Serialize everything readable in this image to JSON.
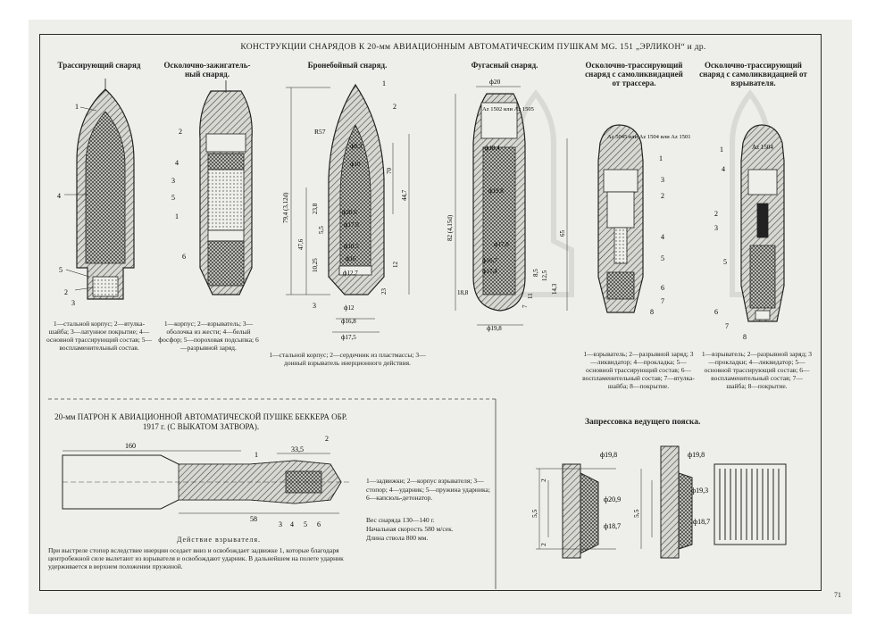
{
  "title": "КОНСТРУКЦИИ СНАРЯДОВ К 20-мм АВИАЦИОННЫМ АВТОМАТИЧЕСКИМ ПУШКАМ МG. 151 „ЭРЛИКОН“ и др.",
  "shells": [
    {
      "header": "Трассирующий снаряд",
      "caption": "1—стальной корпус; 2—втулка-шайба; 3—латунное покрытие; 4—основной трассирующий состав; 5—воспламенительный состав."
    },
    {
      "header": "Осколочно-зажигатель-ный снаряд.",
      "caption": "1—корпус; 2—взрыватель; 3—оболочка из жести; 4—белый фосфор; 5—пороховая подсыпка; 6—разрывной заряд."
    },
    {
      "header": "Бронебойный снаряд.",
      "caption": "1—стальной корпус; 2—сердечник из пластмассы; 3—донный взрыватель инерционного действия."
    },
    {
      "header": "Фугасный снаряд.",
      "caption": ""
    },
    {
      "header": "Осколочно-трассирующий снаряд с самоликвидацией от трассера.",
      "caption": "1—взрыватель; 2—разрывной заряд; 3—ликвидатор; 4—прокладка; 5—основной трассирующий состав; 6—воспламенительный состав; 7—втулка-шайба; 8—покрытие."
    },
    {
      "header": "Осколочно-трассирующий снаряд с самоликвидацией от взрывателя.",
      "caption": "1—взрыватель; 2—разрывной заряд; 3—прокладки; 4—ликвидатор; 5—основной трассирующий состав; 6—воспламенительный состав; 7—шайба; 8—покрытие."
    }
  ],
  "dims": {
    "ap": [
      "R57",
      "ф8,3",
      "ф10",
      "ф20,6",
      "ф17,0",
      "ф10,5",
      "ф16",
      "ф12,7",
      "ф12",
      "ф16,8",
      "ф17,5",
      "79,4 (3,12d)",
      "47,6",
      "23,8",
      "10,25",
      "5,5",
      "44,7",
      "70",
      "23",
      "12"
    ],
    "he": [
      "ф20",
      "ф18,4",
      "ф19,8",
      "ф17,8",
      "ф16,7",
      "ф17,4",
      "ф19,8",
      "82 (4,15d)",
      "65",
      "18,8",
      "14,3",
      "12,5",
      "8,5",
      "11",
      "7"
    ],
    "fuze_marks": {
      "he": "Az 1502 или Az 1505",
      "self1": "Az 5045 или Az 1504 или Az 1501",
      "self2": "Az 1504"
    }
  },
  "cartridge": {
    "title": "20-мм ПАТРОН К АВИАЦИОННОЙ АВТОМАТИЧЕСКОЙ ПУШКЕ БЕККЕРА ОБР. 1917 г. (С ВЫКАТОМ ЗАТВОРА).",
    "dim_a": "160",
    "dim_b": "58",
    "dim_c": "33,5",
    "legend": "1—задвижки; 2—корпус взрывателя; 3—стопор; 4—ударник; 5—пружина ударника; 6—капсюль-детонатор.",
    "spec1": "Вес снаряда 130—140 г.",
    "spec2": "Начальная скорость 580 м/сек.",
    "spec3": "Длина ствола 800 мм.",
    "action_title": "Действие взрывателя.",
    "action_text": "При выстреле стопор вследствие инерции оседает вниз и освобождает задвижке 1, которые благодаря центробежной силе вылетают из взрывателя и освобождают ударник. В дальнейшем на полете ударник удерживается в верхнем положении пружиной."
  },
  "pressing": {
    "title": "Запрессовка ведущего пояска.",
    "dims": [
      "ф19,8",
      "ф20,9",
      "ф18,7",
      "ф19,8",
      "ф19,3",
      "ф18,7",
      "5,5",
      "2",
      "2",
      "5,5"
    ]
  },
  "page_number": "71"
}
